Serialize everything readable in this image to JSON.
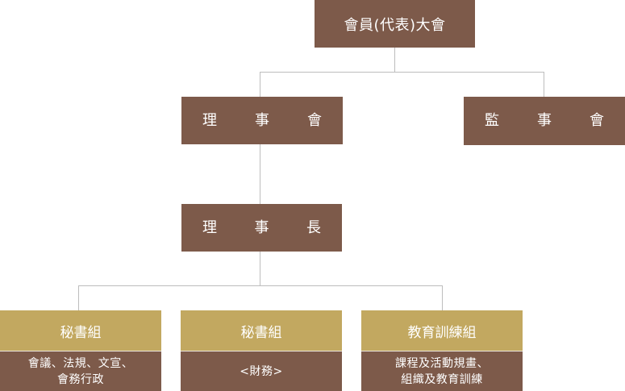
{
  "org_chart": {
    "top": {
      "label": "會員(代表)大會"
    },
    "board": {
      "chars": [
        "理",
        "事",
        "會"
      ]
    },
    "supervisors": {
      "chars": [
        "監",
        "事",
        "會"
      ]
    },
    "chairman": {
      "chars": [
        "理",
        "事",
        "長"
      ]
    },
    "groups": [
      {
        "title": "秘書組",
        "lines": [
          "會議、法規、文宣、",
          "會務行政"
        ]
      },
      {
        "title": "秘書組",
        "lines": [
          "<財務>"
        ]
      },
      {
        "title": "教育訓練組",
        "lines": [
          "課程及活動規畫、",
          "組織及教育訓練"
        ]
      }
    ]
  },
  "colors": {
    "primary_box": "#7d5a4a",
    "group_header": "#c2a860",
    "connector": "#bdbdbd",
    "text": "#ffffff"
  }
}
